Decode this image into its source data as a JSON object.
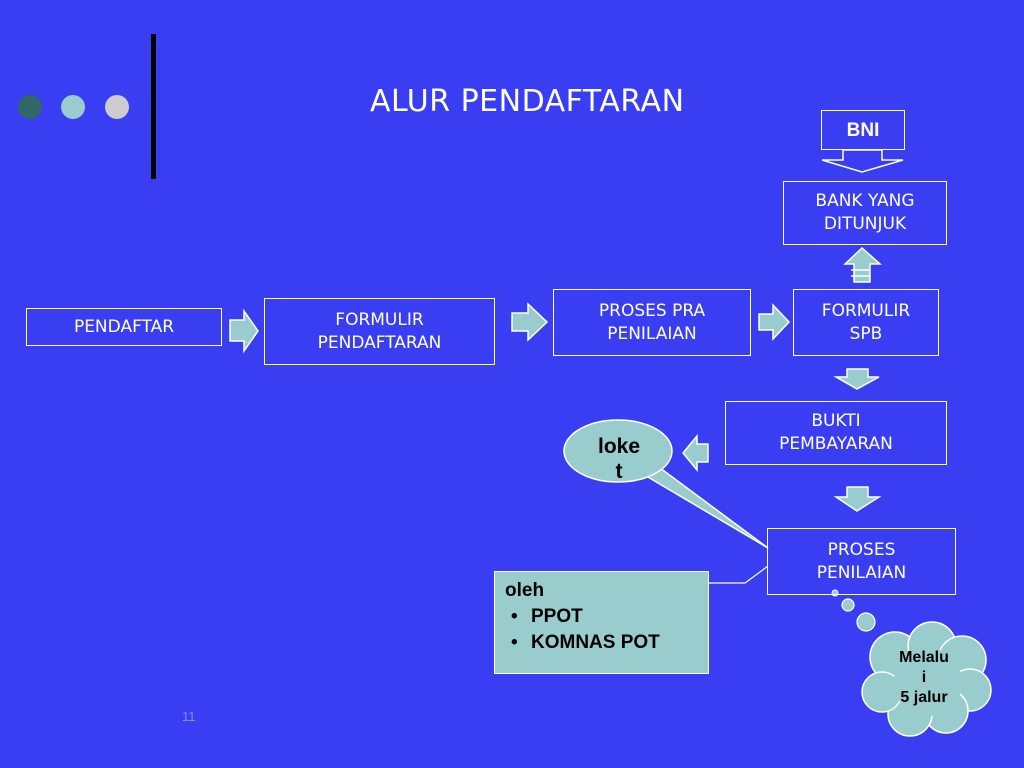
{
  "title": "ALUR PENDAFTARAN",
  "page_number": "11",
  "colors": {
    "background": "#3a3ef2",
    "box_border": "#ffffff",
    "arrow_fill": "#99cccc",
    "dot_1": "#336666",
    "dot_2": "#99cccc",
    "dot_3": "#cccccc"
  },
  "boxes": {
    "bni": "BNI",
    "bank": "BANK YANG\nDITUNJUK",
    "pendaftar": "PENDAFTAR",
    "formulir_pendaftaran": "FORMULIR\nPENDAFTARAN",
    "proses_pra": "PROSES  PRA\nPENILAIAN",
    "formulir_spb": "FORMULIR\nSPB",
    "bukti": "BUKTI\nPEMBAYARAN",
    "proses_penilaian": "PROSES\nPENILAIAN"
  },
  "callouts": {
    "loket": "loke\nt",
    "melalui": "Melalu\ni\n5 jalur"
  },
  "note": {
    "heading": "oleh",
    "items": [
      "PPOT",
      "KOMNAS POT"
    ]
  }
}
